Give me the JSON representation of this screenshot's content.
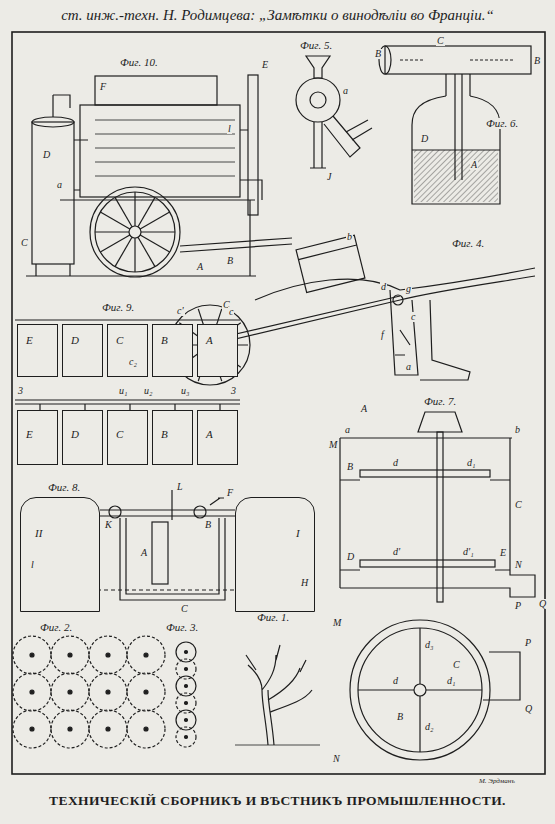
{
  "diagram": {
    "title": "ст. инж.-техн. Н. Родимцева: „Замѣтки о винодѣліи во Франціи.“",
    "caption": "ТЕХНИЧЕСКІЙ СБОРНИКЪ И ВѢСТНИКЪ ПРОМЫШЛЕННОСТИ.",
    "nodes": [
      {
        "text": [
          "E"
        ]
      },
      {
        "text": [
          "D"
        ]
      },
      {
        "text": [
          "C"
        ]
      },
      {
        "text": [
          "B"
        ]
      },
      {
        "text": [
          "A"
        ]
      },
      {
        "text": [
          "E"
        ]
      },
      {
        "text": [
          "D"
        ]
      },
      {
        "text": [
          "C"
        ]
      },
      {
        "text": [
          "B"
        ]
      },
      {
        "text": [
          "A"
        ]
      },
      {
        "text": [
          "II"
        ]
      },
      {
        "text": [
          "I"
        ]
      }
    ],
    "labels": [
      "Фиг. 10.",
      "Фиг. 5.",
      "Фиг. 6.",
      "Фиг. 4.",
      "Фиг. 9.",
      "Фиг. 7.",
      "Фиг. 8.",
      "Фиг. 1.",
      "Фиг. 2.",
      "Фиг. 3.",
      "F",
      "D",
      "E",
      "l",
      "C",
      "B",
      "A",
      "a",
      "J",
      "a",
      "B",
      "C",
      "B",
      "D",
      "A",
      "b",
      "g",
      "c",
      "a",
      "d",
      "f",
      "C",
      "c₂",
      "c'",
      "c",
      "3",
      "u₁",
      "u₂",
      "u₃",
      "3",
      "A",
      "M",
      "a",
      "b",
      "B",
      "d",
      "d₁",
      "C",
      "D",
      "d'",
      "d'₁",
      "E",
      "N",
      "P",
      "Q",
      "M",
      "d₃",
      "C",
      "d",
      "d₁",
      "B",
      "d₂",
      "N",
      "P",
      "Q",
      "L",
      "K",
      "B",
      "F",
      "A",
      "C",
      "H",
      "l",
      "М. Эрдманъ"
    ]
  }
}
